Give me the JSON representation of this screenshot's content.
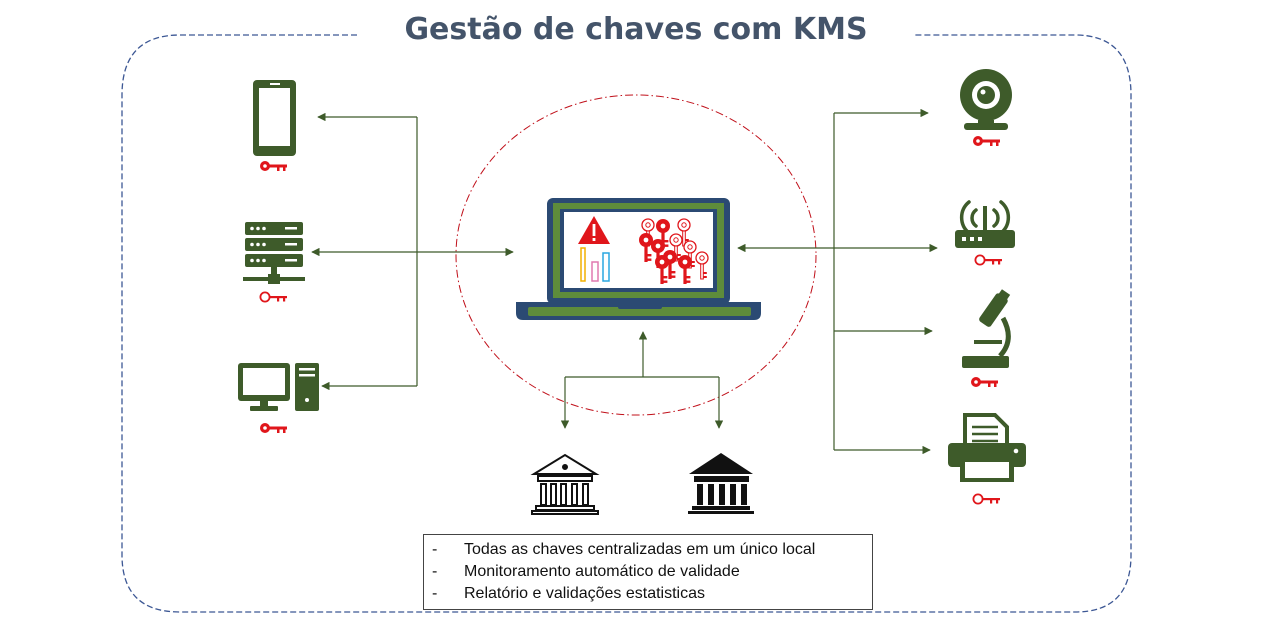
{
  "title": "Gestão de chaves com KMS",
  "colors": {
    "device_green": "#3e5b2a",
    "key_red": "#e0161b",
    "laptop_frame": "#2b4a73",
    "border_blue": "#3c5794",
    "cloud_red": "#c0101a",
    "title_color": "#44546a"
  },
  "nodes": {
    "center": "laptop-kms-icon",
    "left": [
      "smartphone-icon",
      "server-rack-icon",
      "desktop-computer-icon"
    ],
    "right": [
      "webcam-icon",
      "wifi-router-icon",
      "microscope-icon",
      "printer-icon"
    ],
    "bottom": [
      "bank-outline-icon",
      "bank-filled-icon"
    ]
  },
  "notes": {
    "bullet": "-",
    "items": [
      "Todas as chaves centralizadas em um único local",
      "Monitoramento automático de validade",
      "Relatório e validações estatisticas"
    ]
  }
}
